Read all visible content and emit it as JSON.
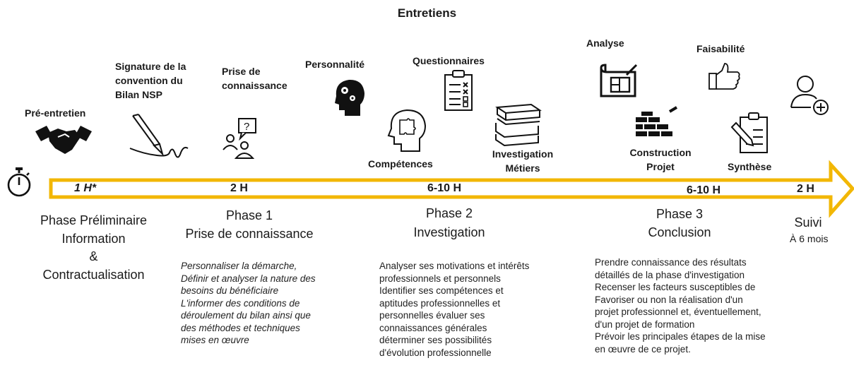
{
  "title": "Entretiens",
  "arrow_color": "#F2B705",
  "labels": {
    "pre_entretien": "Pré-entretien",
    "signature": "Signature de la\nconvention du\nBilan NSP",
    "prise_connaissance": "Prise de\nconnaissance",
    "personnalite": "Personnalité",
    "questionnaires": "Questionnaires",
    "competences": "Compétences",
    "investigation_metiers": "Investigation\nMétiers",
    "analyse": "Analyse",
    "faisabilite": "Faisabilité",
    "construction_projet": "Construction\nProjet",
    "synthese": "Synthèse"
  },
  "durations": {
    "prelim": "1 H*",
    "phase1": "2 H",
    "phase2": "6-10 H",
    "phase3": "6-10 H",
    "suivi": "2 H"
  },
  "phases": {
    "prelim": "Phase Préliminaire\nInformation\n&\nContractualisation",
    "phase1_title": "Phase 1",
    "phase1_sub": "Prise de connaissance",
    "phase2_title": "Phase 2",
    "phase2_sub": "Investigation",
    "phase3_title": "Phase 3",
    "phase3_sub": "Conclusion",
    "suivi_title": "Suivi",
    "suivi_sub": "À 6 mois"
  },
  "descriptions": {
    "phase1": "Personnaliser la démarche,\nDéfinir et analyser la nature des\nbesoins du bénéficiaire\nL'informer des conditions de\ndéroulement du bilan ainsi que\ndes méthodes et techniques\nmises en œuvre",
    "phase2": "Analyser ses motivations et intérêts\nprofessionnels et personnels\nIdentifier ses compétences et\naptitudes professionnelles et\npersonnelles évaluer ses\nconnaissances générales\ndéterminer ses possibilités\nd'évolution professionnelle",
    "phase3": "Prendre connaissance des résultats\ndétaillés de la phase d'investigation\nRecenser les facteurs susceptibles de\nFavoriser ou non la réalisation d'un\nprojet professionnel et, éventuellement,\nd'un projet de formation\nPrévoir les principales étapes de la mise\nen œuvre de ce projet."
  }
}
